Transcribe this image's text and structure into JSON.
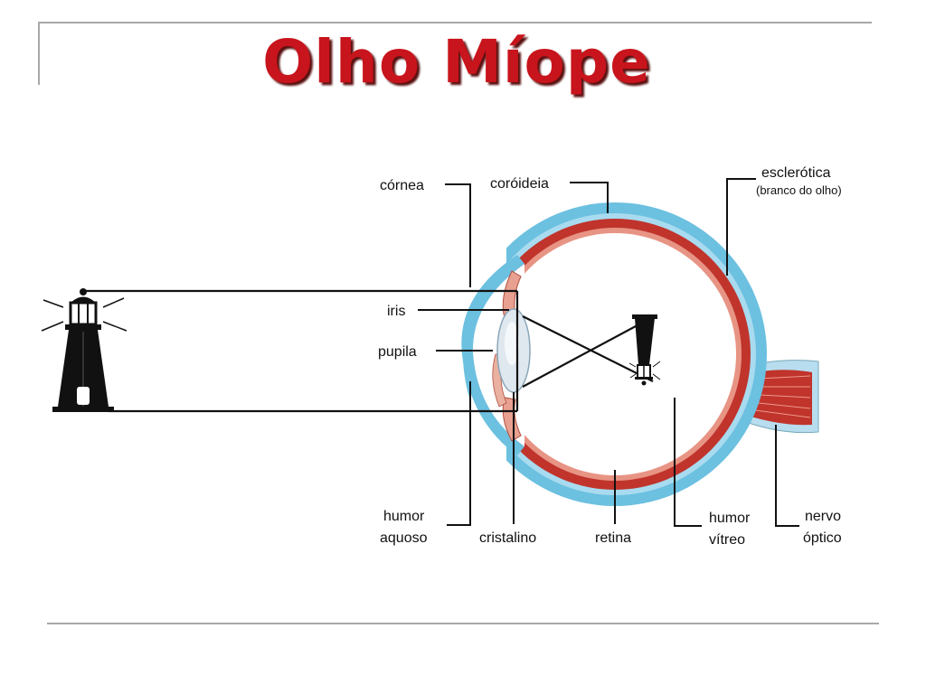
{
  "slide": {
    "title": "Olho Míope"
  },
  "colors": {
    "title": "#c8141c",
    "sclera": "#6cc0e0",
    "choroid": "#c0342c",
    "lines": "#111111"
  },
  "labels": {
    "cornea": "córnea",
    "choroid": "coróideia",
    "sclera": "esclerótica",
    "sclera_note": "(branco do olho)",
    "iris": "iris",
    "pupil": "pupila",
    "aqueous_1": "humor",
    "aqueous_2": "aquoso",
    "lens": "cristalino",
    "retina": "retina",
    "vitreous_1": "humor",
    "vitreous_2": "vítreo",
    "optic_1": "nervo",
    "optic_2": "óptico"
  },
  "icons": [
    "lighthouse-icon",
    "inverted-lighthouse-icon"
  ]
}
